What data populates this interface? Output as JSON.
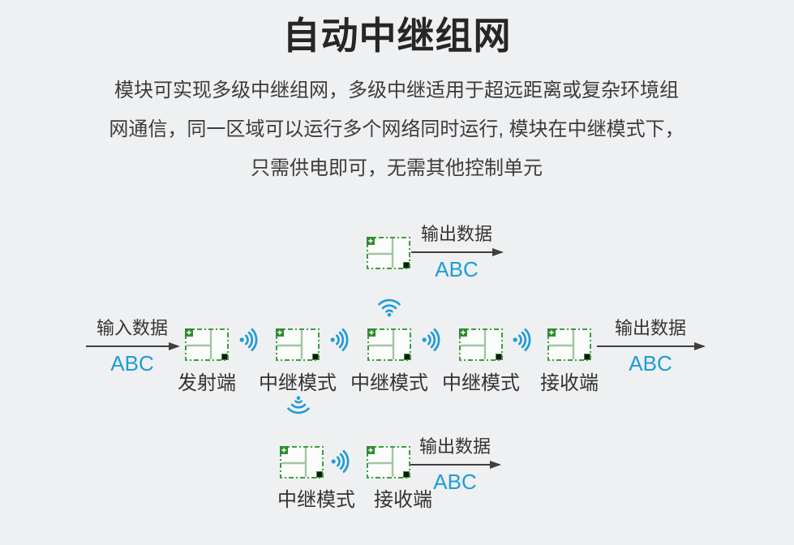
{
  "page": {
    "title": "自动中继组网",
    "description_lines": [
      "模块可实现多级中继组网，多级中继适用于超远距离或复杂环境组",
      "网通信，同一区域可以运行多个网络同时运行, 模块在中继模式下，",
      "只需供电即可，无需其他控制单元"
    ]
  },
  "colors": {
    "background": "#EFF0F2",
    "accent_blue": "#1E9CD7",
    "module_green": "#3C9E3C",
    "text_dark": "#262626"
  },
  "diagram": {
    "input_flow": {
      "label": "输入数据",
      "value": "ABC"
    },
    "output_flow": {
      "label": "输出数据",
      "value": "ABC"
    },
    "main_row": {
      "node_labels": [
        "发射端",
        "中继模式",
        "中继模式",
        "中继模式",
        "接收端"
      ]
    },
    "top_branch": {
      "output_flow": {
        "label": "输出数据",
        "value": "ABC"
      }
    },
    "bottom_branch": {
      "node_labels": [
        "中继模式",
        "接收端"
      ],
      "output_flow": {
        "label": "输出数据",
        "value": "ABC"
      }
    },
    "icons": {
      "module": "rf-module-icon",
      "signal": "radio-signal-icon",
      "wifi": "wifi-icon"
    }
  }
}
